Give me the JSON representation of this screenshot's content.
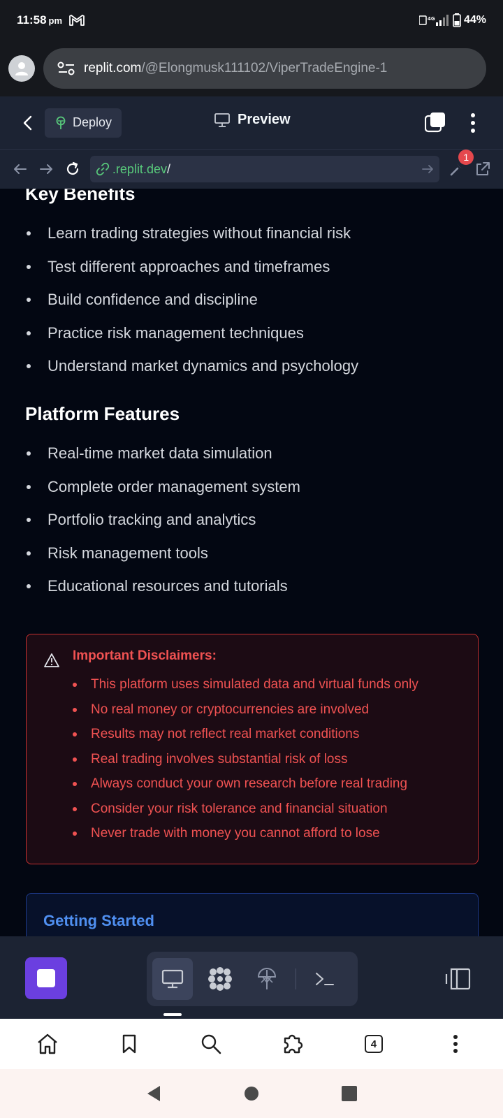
{
  "status_bar": {
    "time": "11:58",
    "ampm": "pm",
    "battery": "44%"
  },
  "browser": {
    "url_host": "replit.com",
    "url_path": "/@Elongmusk111102/ViperTradeEngine-1"
  },
  "replit_header": {
    "deploy_label": "Deploy",
    "preview_label": "Preview"
  },
  "webview": {
    "domain": ".replit.dev",
    "path": "/",
    "devtools_badge": "1"
  },
  "content": {
    "key_benefits_title": "Key Benefits",
    "key_benefits": [
      "Learn trading strategies without financial risk",
      "Test different approaches and timeframes",
      "Build confidence and discipline",
      "Practice risk management techniques",
      "Understand market dynamics and psychology"
    ],
    "platform_features_title": "Platform Features",
    "platform_features": [
      "Real-time market data simulation",
      "Complete order management system",
      "Portfolio tracking and analytics",
      "Risk management tools",
      "Educational resources and tutorials"
    ],
    "disclaimer_title": "Important Disclaimers:",
    "disclaimers": [
      "This platform uses simulated data and virtual funds only",
      "No real money or cryptocurrencies are involved",
      "Results may not reflect real market conditions",
      "Real trading involves substantial risk of loss",
      "Always conduct your own research before real trading",
      "Consider your risk tolerance and financial situation",
      "Never trade with money you cannot afford to lose"
    ],
    "getting_started_title": "Getting Started"
  },
  "browser_nav": {
    "tab_count": "4"
  },
  "colors": {
    "accent_red": "#f05252",
    "accent_blue": "#4f8ff0",
    "replit_purple": "#6b3fe0",
    "link_green": "#58c97b"
  }
}
